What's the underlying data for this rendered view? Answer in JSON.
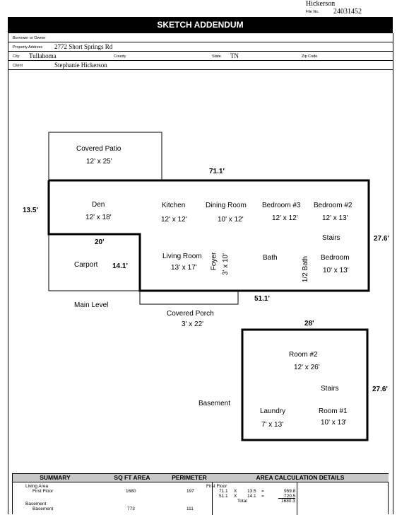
{
  "header": {
    "name": "Hickerson",
    "file_no_label": "File No.",
    "file_no": "24031452",
    "title": "SKETCH ADDENDUM"
  },
  "info": {
    "borrower_label": "Borrower or Owner",
    "borrower": "",
    "address_label": "Property Address",
    "address": "2772 Short Springs Rd",
    "city_label": "City",
    "city": "Tullahoma",
    "county_label": "County",
    "county": "",
    "state_label": "State",
    "state": "TN",
    "zip_label": "Zip Code",
    "zip": "",
    "client_label": "Client",
    "client": "Stephanie Hickerson"
  },
  "sketch": {
    "covered_patio": {
      "name": "Covered Patio",
      "size": "12' x 25'"
    },
    "dim_top": "71.1'",
    "dim_left": "13.5'",
    "dim_right": "27.6'",
    "dim_carport_top": "20'",
    "dim_carport_side": "14.1'",
    "dim_bottom": "51.1'",
    "rooms": {
      "den": {
        "name": "Den",
        "size": "12' x 18'"
      },
      "kitchen": {
        "name": "Kitchen",
        "size": "12' x 12'"
      },
      "dining": {
        "name": "Dining Room",
        "size": "10' x 12'"
      },
      "bed3": {
        "name": "Bedroom #3",
        "size": "12' x 12'"
      },
      "bed2": {
        "name": "Bedroom #2",
        "size": "12' x 13'"
      },
      "stairs": "Stairs",
      "carport": "Carport",
      "living": {
        "name": "Living Room",
        "size": "13' x 17'"
      },
      "foyer": {
        "name": "Foyer",
        "size": "3' x 10'"
      },
      "bath": "Bath",
      "half_bath": "1/2 Bath",
      "bedroom": {
        "name": "Bedroom",
        "size": "10' x 13'"
      }
    },
    "main_level": "Main Level",
    "covered_porch": {
      "name": "Covered Porch",
      "size": "3' x 22'"
    },
    "basement": {
      "dim_top": "28'",
      "dim_right": "27.6'",
      "label": "Basement",
      "room2": {
        "name": "Room #2",
        "size": "12' x 26'"
      },
      "stairs": "Stairs",
      "laundry": {
        "name": "Laundry",
        "size": "7' x 13'"
      },
      "room1": {
        "name": "Room #1",
        "size": "10' x 13'"
      }
    }
  },
  "summary": {
    "headers": [
      "SUMMARY",
      "SQ FT AREA",
      "PERIMETER",
      "AREA CALCULATION DETAILS"
    ],
    "living_area": "Living Area",
    "first_floor": "First Floor",
    "first_floor_area": "1680",
    "first_floor_perimeter": "197",
    "basement_group": "Basement",
    "basement": "Basement",
    "basement_area": "773",
    "basement_perimeter": "111",
    "calc_title": "First Floor",
    "calc_rows": [
      {
        "a": "71.1",
        "x": "X",
        "b": "13.5",
        "eq": "=",
        "r": "959.8"
      },
      {
        "a": "51.1",
        "x": "X",
        "b": "14.1",
        "eq": "=",
        "r": "720.5"
      }
    ],
    "total_label": "Total",
    "total": "1680.3"
  }
}
